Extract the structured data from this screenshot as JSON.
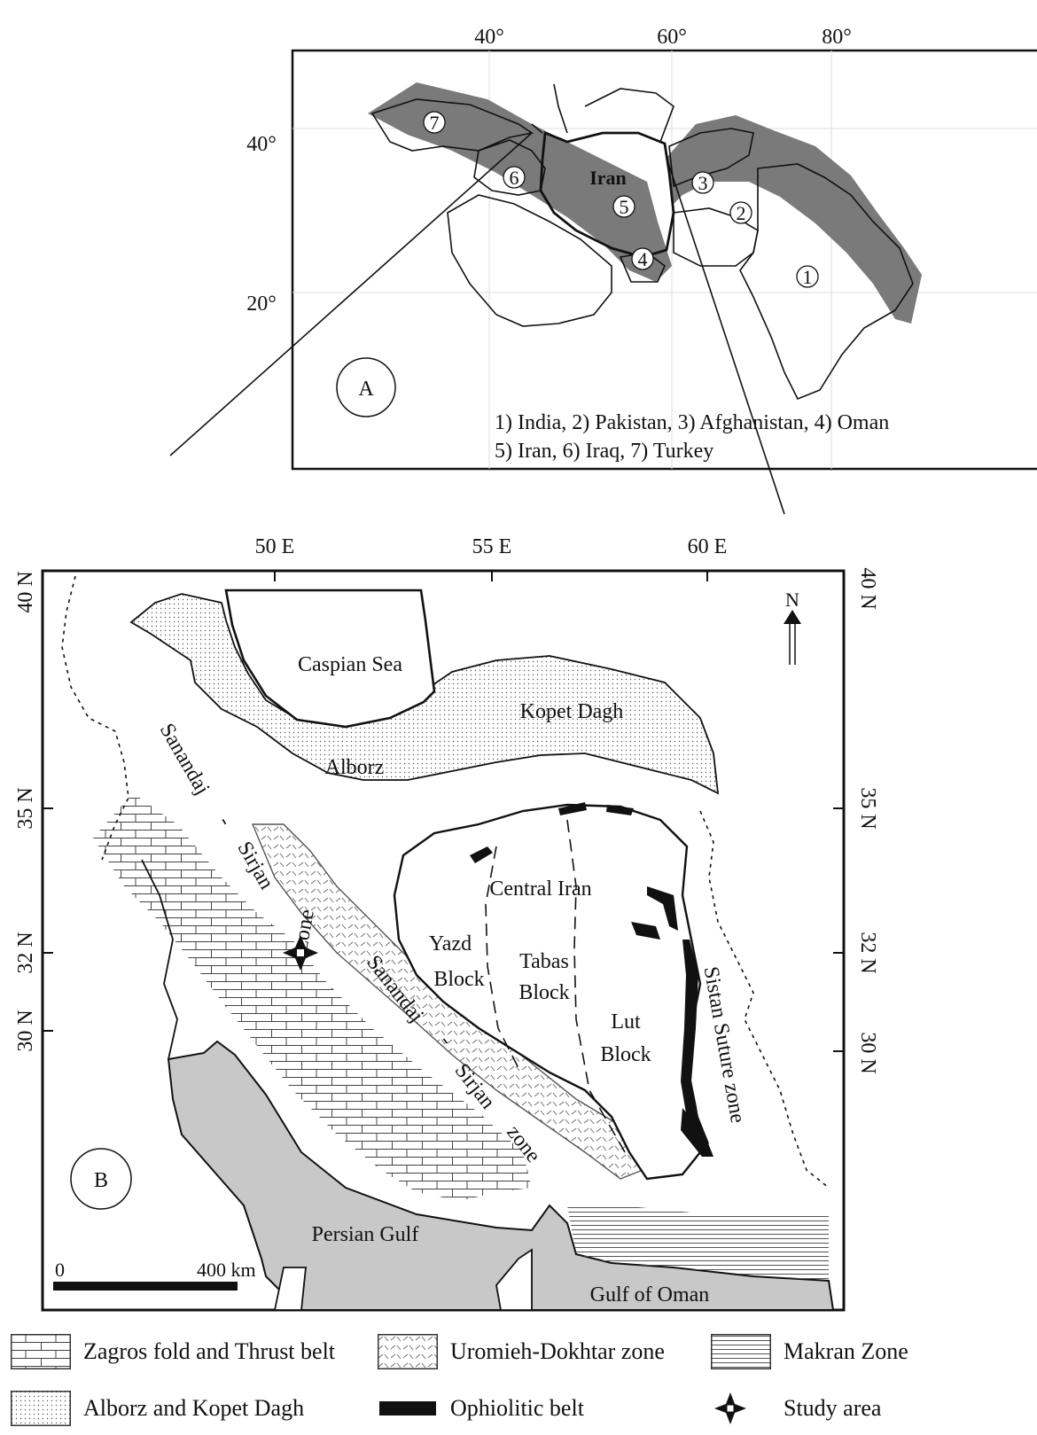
{
  "map_a": {
    "panel_label": "A",
    "lon_labels": [
      "40°",
      "60°",
      "80°"
    ],
    "lat_labels": [
      "40°",
      "20°"
    ],
    "country_labels": [
      "1",
      "2",
      "3",
      "4",
      "5",
      "6",
      "7"
    ],
    "focus_label": "Iran",
    "key_line1": "1) India, 2) Pakistan, 3) Afghanistan, 4) Oman",
    "key_line2": "5) Iran, 6) Iraq, 7) Turkey"
  },
  "map_b": {
    "panel_label": "B",
    "lon_labels": [
      "50 E",
      "55 E",
      "60 E"
    ],
    "lat_left": [
      "40 N",
      "35 N",
      "32 N",
      "30 N"
    ],
    "lat_right": [
      "40 N",
      "35 N",
      "32 N",
      "30 N"
    ],
    "north": "N",
    "places": {
      "caspian": "Caspian Sea",
      "kopet": "Kopet Dagh",
      "alborz": "Alborz",
      "central_iran": "Central Iran",
      "yazd1": "Yazd",
      "yazd2": "Block",
      "tabas1": "Tabas",
      "tabas2": "Block",
      "lut1": "Lut",
      "lut2": "Block",
      "persian_gulf": "Persian Gulf",
      "gulf_oman": "Gulf of Oman",
      "sistan": "Sistan Suture zone",
      "ss1_a": "Sanandaj",
      "ss1_b": "-",
      "ss1_c": "Sirjan",
      "ss1_d": "zone",
      "ss2_a": "Sanandaj",
      "ss2_b": "-",
      "ss2_c": "Sirjan",
      "ss2_d": "zone"
    },
    "scale_start": "0",
    "scale_end": "400 km"
  },
  "legend": {
    "zagros": "Zagros fold and Thrust belt",
    "uromieh": "Uromieh-Dokhtar zone",
    "makran": "Makran Zone",
    "alborz": "Alborz and Kopet Dagh",
    "ophiolitic": "Ophiolitic belt",
    "study": "Study area"
  },
  "colors": {
    "gulf_fill": "#c8c8c8",
    "belt_fill": "#7a7a7a",
    "line": "#111111"
  }
}
